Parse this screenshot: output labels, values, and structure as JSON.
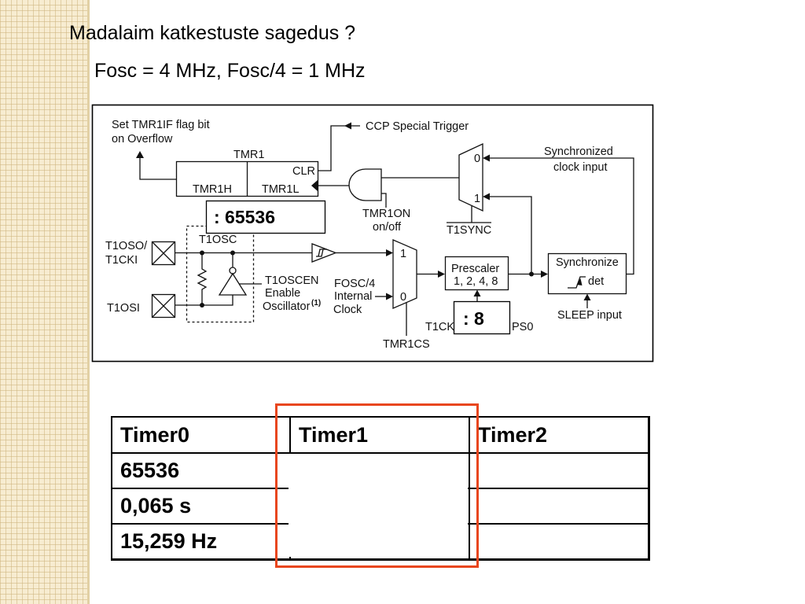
{
  "slide": {
    "title": "Madalaim katkestuste sagedus ?",
    "subtitle": "Fosc = 4 MHz, Fosc/4 = 1 MHz"
  },
  "diagram": {
    "flag_line1": "Set TMR1IF flag bit",
    "flag_line2": "on Overflow",
    "tmr1": "TMR1",
    "clr": "CLR",
    "tmr1h": "TMR1H",
    "tmr1l": "TMR1L",
    "ccp": "CCP Special Trigger",
    "sync_clock_line1": "Synchronized",
    "sync_clock_line2": "clock input",
    "mux_top_0": "0",
    "mux_top_1": "1",
    "t1sync": "T1SYNC",
    "tmr1on_line1": "TMR1ON",
    "tmr1on_line2": "on/off",
    "t1oso_line1": "T1OSO/",
    "t1oso_line2": "T1CKI",
    "t1osi": "T1OSI",
    "t1osc": "T1OSC",
    "t1oscen": "T1OSCEN",
    "enable": "Enable",
    "oscillator": "Oscillator",
    "note_ref": "(1)",
    "fosc4": "FOSC/4",
    "internal": "Internal",
    "clock": "Clock",
    "mux_bottom_1": "1",
    "mux_bottom_0": "0",
    "tmr1cs": "TMR1CS",
    "prescaler": "Prescaler",
    "prescaler_values": "1, 2, 4, 8",
    "t1ckps_left": "T1CK",
    "t1ckps_right": "PS0",
    "synchronize": "Synchronize",
    "det": "det",
    "sleep_input": "SLEEP input"
  },
  "annotations": {
    "counter_divisor": ": 65536",
    "prescaler_divisor": ": 8"
  },
  "table": {
    "headers": [
      "Timer0",
      "Timer1",
      "Timer2"
    ],
    "rows": [
      [
        "65536",
        "",
        ""
      ],
      [
        "0,065 s",
        "",
        ""
      ],
      [
        "15,259 Hz",
        "",
        ""
      ]
    ]
  },
  "colors": {
    "highlight": "#e8461e",
    "side_pattern": "#f7ecd1"
  }
}
